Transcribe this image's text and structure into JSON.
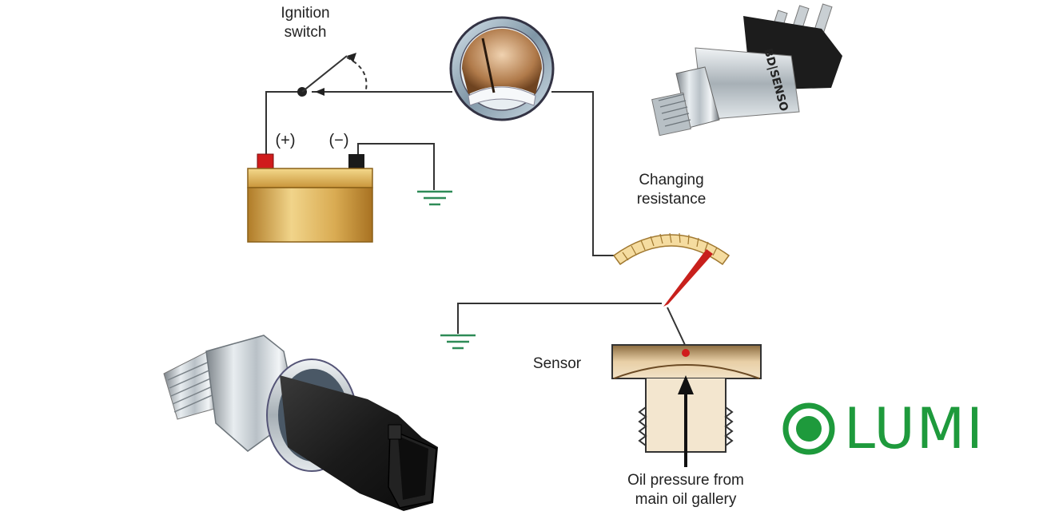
{
  "labels": {
    "ignition_line1": "Ignition",
    "ignition_line2": "switch",
    "battery_positive": "(+)",
    "battery_negative": "(−)",
    "changing_line1": "Changing",
    "changing_line2": "resistance",
    "sensor": "Sensor",
    "oil_line1": "Oil pressure from",
    "oil_line2": "main oil gallery"
  },
  "photo_sensor_top": {
    "brand_text": "BD|SENSO"
  },
  "logo": {
    "text": "LUMI",
    "color": "#1e9a3c"
  },
  "colors": {
    "wire": "#333333",
    "ground": "#2e8b57",
    "battery_top": "#e0b85a",
    "battery_body": "#c9953a",
    "positive_terminal": "#d01c1c",
    "negative_terminal": "#1a1a1a",
    "needle": "#c8201c",
    "resistor": "#f5dca0"
  }
}
